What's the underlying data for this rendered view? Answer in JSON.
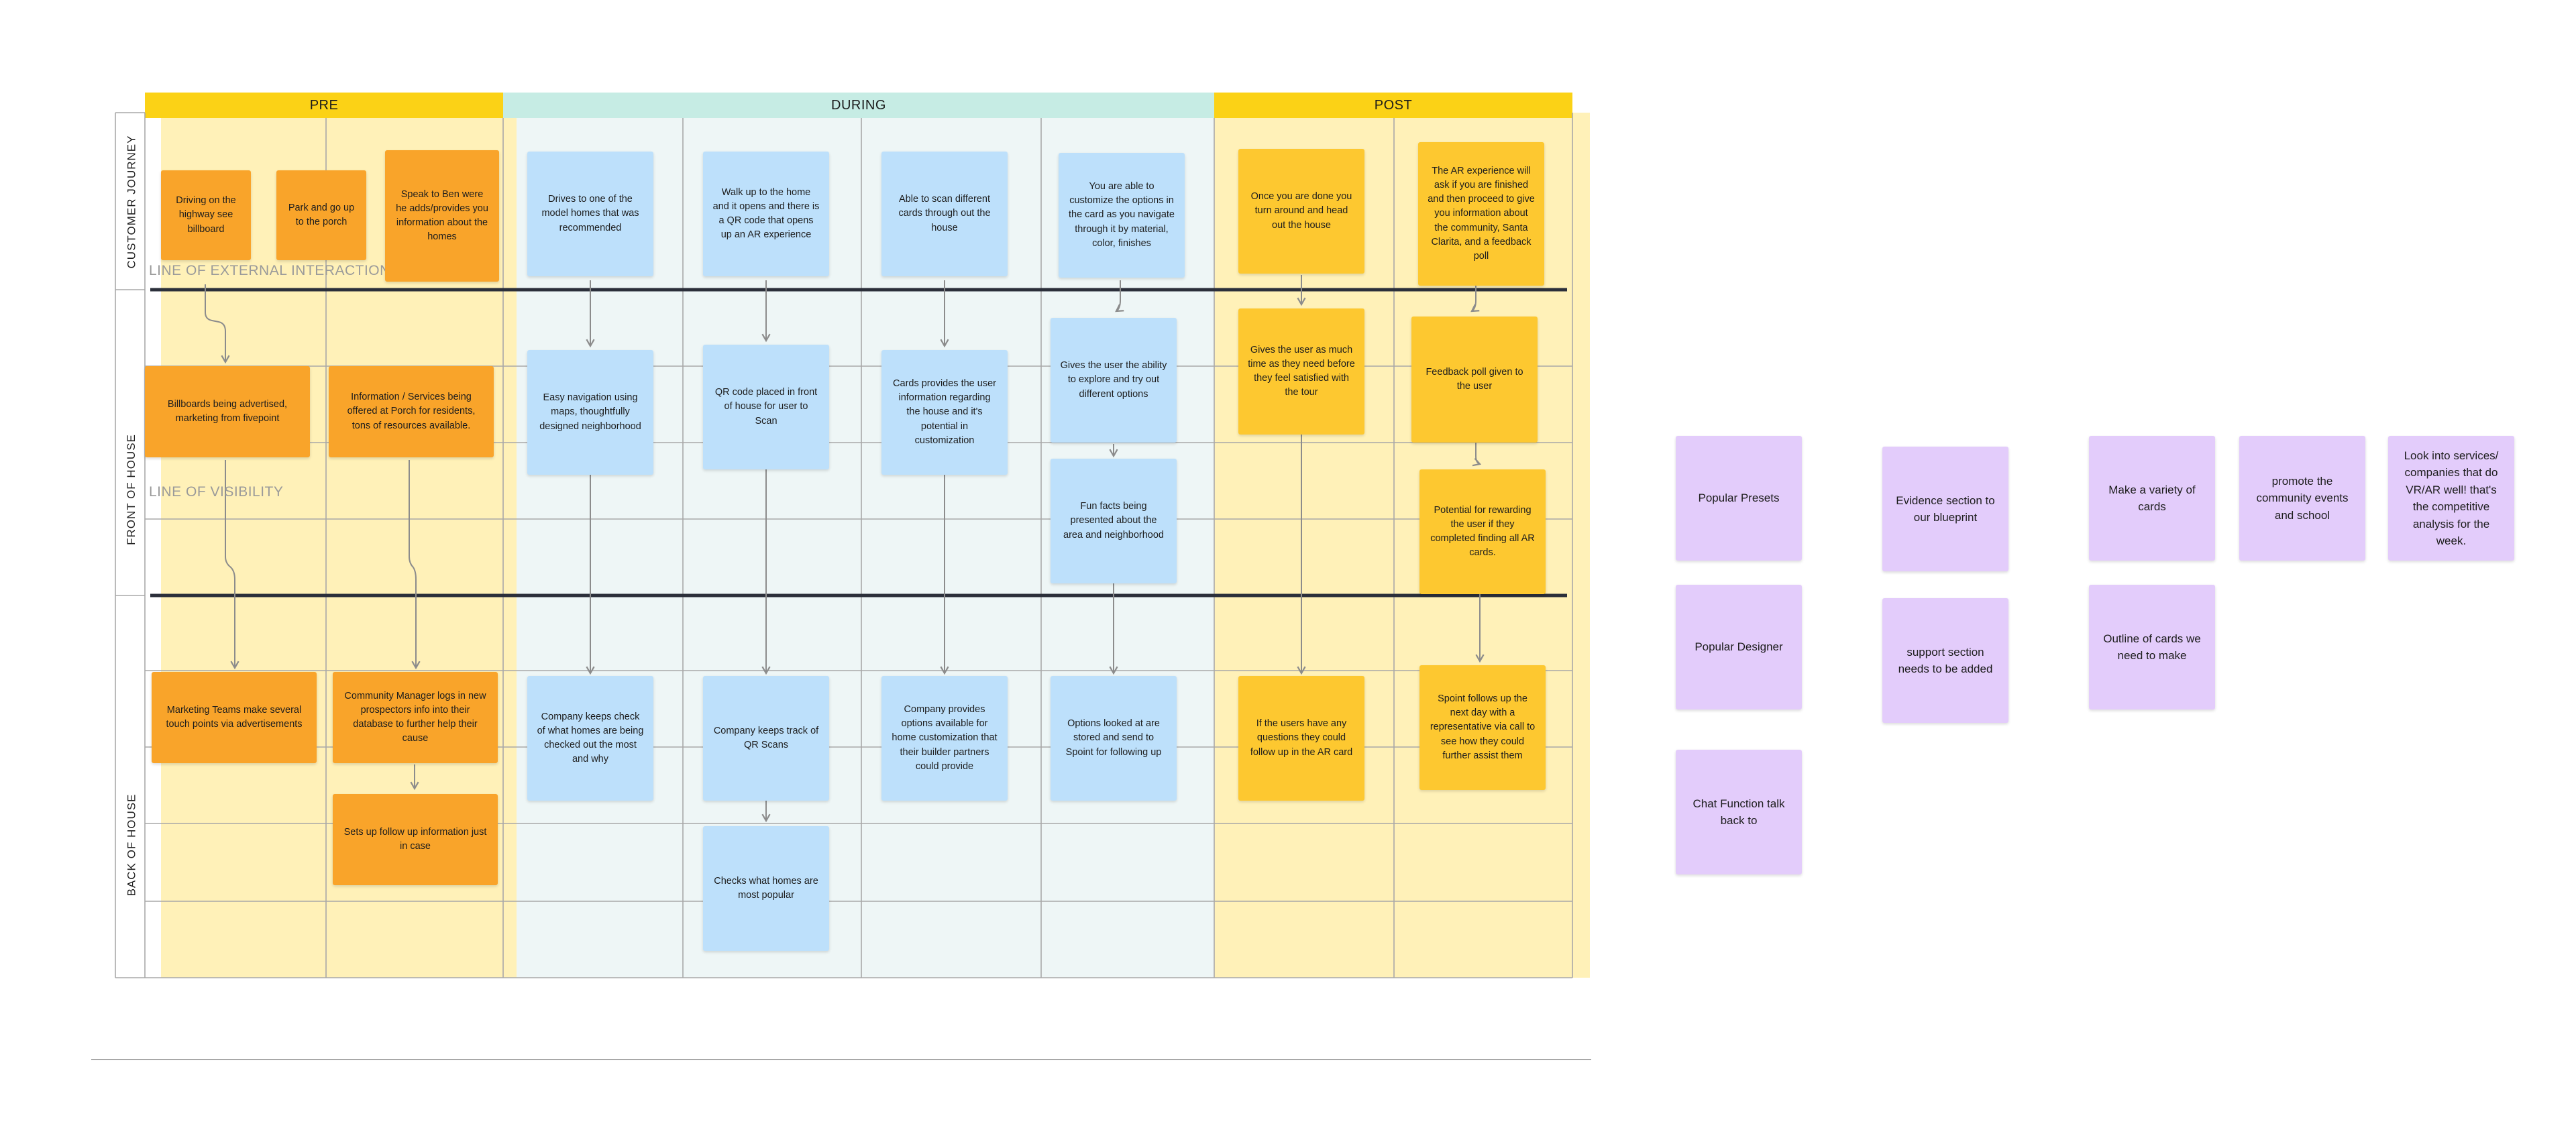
{
  "colors": {
    "pre_band": "#fff1b8",
    "during_band": "#eef6f6",
    "post_band": "#fff1b8",
    "pre_header": "#fbd216",
    "during_header": "#c6ece4",
    "post_header": "#fbd216",
    "orange": "#f9a42a",
    "blue": "#bde0fb",
    "yellow": "#fdc830",
    "purple": "#e3ccfb",
    "grid": "#a8a8a8",
    "separator": "#2b2f3a"
  },
  "phases": [
    {
      "label": "PRE"
    },
    {
      "label": "DURING"
    },
    {
      "label": "POST"
    }
  ],
  "lanes": [
    {
      "label": "CUSTOMER JOURNEY"
    },
    {
      "label": "FRONT OF HOUSE"
    },
    {
      "label": "BACK OF HOUSE"
    }
  ],
  "line_captions": {
    "external": "LINE OF EXTERNAL INTERACTION",
    "visibility": "LINE OF VISIBILITY"
  },
  "stickies": [
    {
      "text": "Driving on the highway see billboard",
      "color": "orange"
    },
    {
      "text": "Park and go up to the porch",
      "color": "orange"
    },
    {
      "text": "Speak to Ben were he adds/provides you information about the homes",
      "color": "orange"
    },
    {
      "text": "Drives to one of the model homes that was recommended",
      "color": "blue"
    },
    {
      "text": "Walk up to the home and it opens and there is a QR code that opens up an AR experience",
      "color": "blue"
    },
    {
      "text": "Able to scan different cards through out the house",
      "color": "blue"
    },
    {
      "text": "You are able to customize the options in the card as you navigate through it by material, color, finishes",
      "color": "blue"
    },
    {
      "text": "Once you are done you turn around and head out the house",
      "color": "yellow"
    },
    {
      "text": "The AR experience will ask if you are finished and then proceed to give you information about the community, Santa Clarita, and a feedback poll",
      "color": "yellow"
    },
    {
      "text": "Billboards being advertised, marketing from fivepoint",
      "color": "orange"
    },
    {
      "text": "Information / Services being offered at Porch for residents, tons of resources available.",
      "color": "orange"
    },
    {
      "text": "Easy navigation using maps, thoughtfully designed neighborhood",
      "color": "blue"
    },
    {
      "text": "QR code placed in front of house for user to Scan",
      "color": "blue"
    },
    {
      "text": "Cards provides the user information regarding the house and it's potential in customization",
      "color": "blue"
    },
    {
      "text": "Gives the user the ability to explore and try out different options",
      "color": "blue"
    },
    {
      "text": "Fun facts being presented about the area and neighborhood",
      "color": "blue"
    },
    {
      "text": "Gives the user as much time as they need before they feel satisfied with the tour",
      "color": "yellow"
    },
    {
      "text": "Feedback poll given to the user",
      "color": "yellow"
    },
    {
      "text": "Potential for rewarding the user if they completed finding all AR cards.",
      "color": "yellow"
    },
    {
      "text": "Marketing Teams make several touch points via advertisements",
      "color": "orange"
    },
    {
      "text": "Community Manager logs in new prospectors info into their database to further help their cause",
      "color": "orange"
    },
    {
      "text": "Sets up follow up information just in case",
      "color": "orange"
    },
    {
      "text": "Company keeps check of what homes are being checked out the most and why",
      "color": "blue"
    },
    {
      "text": "Company keeps track of QR Scans",
      "color": "blue"
    },
    {
      "text": "Checks what homes are most popular",
      "color": "blue"
    },
    {
      "text": "Company provides options available for home customization that their builder partners could provide",
      "color": "blue"
    },
    {
      "text": "Options looked at are stored and send to Spoint for following up",
      "color": "blue"
    },
    {
      "text": "If the users have any questions they could follow up in the AR card",
      "color": "yellow"
    },
    {
      "text": "Spoint follows up the next day with a representative via call to see how they could further assist them",
      "color": "yellow"
    }
  ],
  "notes": [
    {
      "text": "Popular Presets"
    },
    {
      "text": "Popular Designer"
    },
    {
      "text": "Chat Function talk back to"
    },
    {
      "text": "Evidence section to our blueprint"
    },
    {
      "text": "support section needs to be added"
    },
    {
      "text": "Make a variety of cards"
    },
    {
      "text": "Outline of cards we need to make"
    },
    {
      "text": "promote the community events and school"
    },
    {
      "text": "Look into services/ companies that do VR/AR well! that's the competitive analysis for the week."
    }
  ]
}
